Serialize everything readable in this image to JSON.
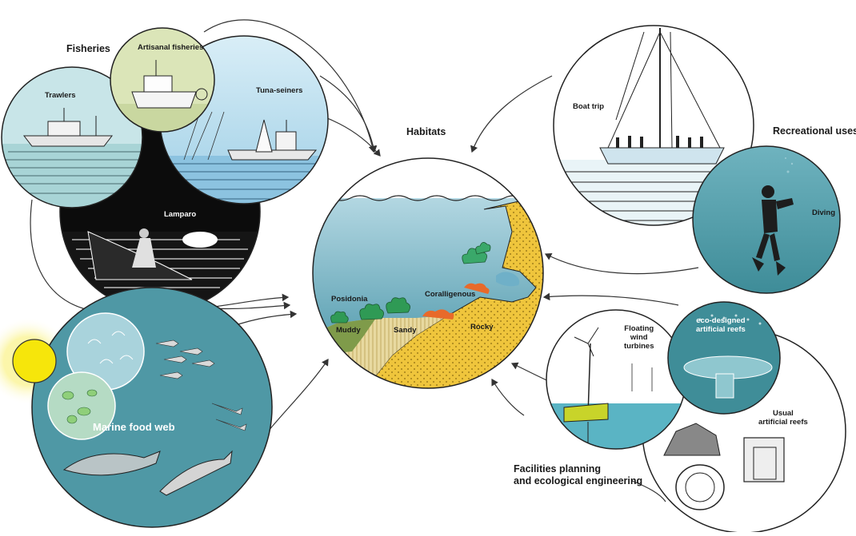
{
  "groups": {
    "fisheries": "Fisheries",
    "habitats": "Habitats",
    "recreational": "Recreational uses",
    "facilities_line1": "Facilities planning",
    "facilities_line2": "and ecological engineering"
  },
  "fisheries": {
    "artisanal": "Artisanal fisheries",
    "trawlers": "Trawlers",
    "tuna": "Tuna-seiners",
    "lamparo": "Lamparo"
  },
  "habitats": {
    "posidonia": "Posidonia",
    "coralligenous": "Coralligenous",
    "muddy": "Muddy",
    "sandy": "Sandy",
    "rocky": "Rocky"
  },
  "recreational": {
    "boat_trip": "Boat trip",
    "diving": "Diving"
  },
  "facilities": {
    "wind_line1": "Floating",
    "wind_line2": "wind",
    "wind_line3": "turbines",
    "eco_line1": "eco-designed",
    "eco_line2": "artificial reefs",
    "usual_line1": "Usual",
    "usual_line2": "artificial reefs"
  },
  "food_web": {
    "title": "Marine food web"
  },
  "colors": {
    "sea_light": "#cfe9f1",
    "sea_teal": "#4d9aa5",
    "sea_mid": "#58a8ba",
    "sand": "#efc53c",
    "sun": "#f6e60b",
    "line": "#333333"
  }
}
